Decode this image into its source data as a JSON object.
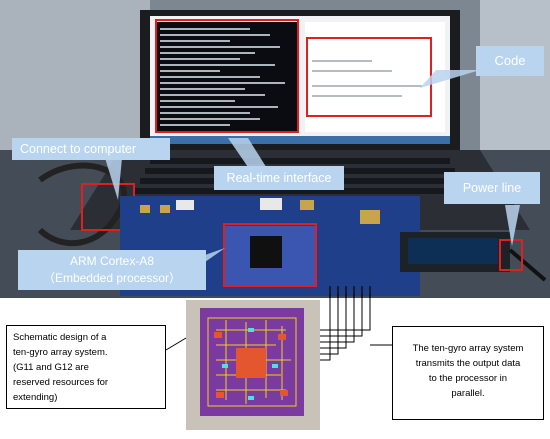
{
  "callouts": {
    "code": "Code",
    "connect": "Connect to computer",
    "realtime": "Real-time interface",
    "power": "Power line",
    "arm_line1": "ARM Cortex-A8",
    "arm_line2": "（Embedded processor）"
  },
  "descriptions": {
    "left_lines": [
      "Schematic design of a",
      "ten-gyro array system.",
      "(G11 and G12 are",
      "reserved resources for",
      "extending)"
    ],
    "right_lines": [
      "The ten-gyro array system",
      "transmits the output data",
      "to the processor in",
      "parallel."
    ]
  },
  "colors": {
    "callout_fill": "#b8d4ee",
    "highlight_red": "#e02020",
    "pcb_board": "#1f3f8a",
    "schematic_bg": "#7a3aa0"
  }
}
